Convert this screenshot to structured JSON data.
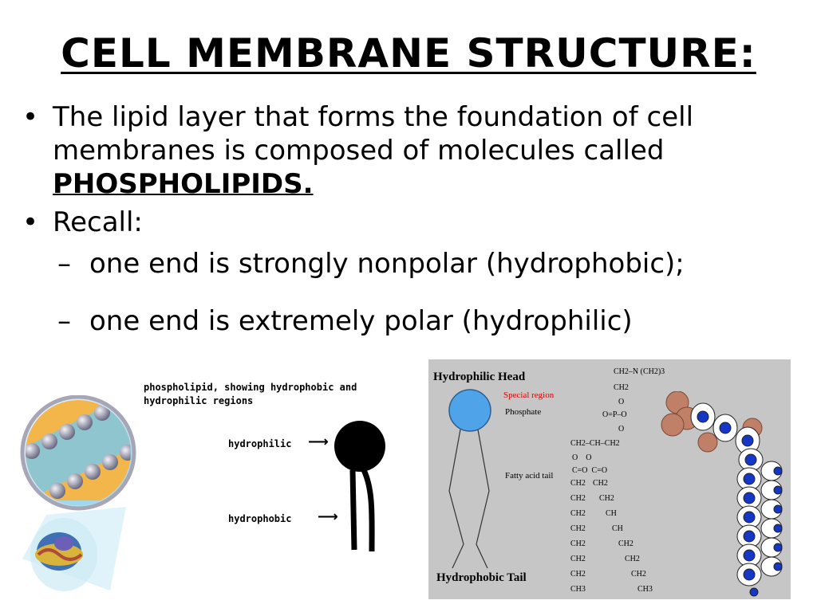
{
  "title": "CELL MEMBRANE STRUCTURE:",
  "bullets": {
    "b1_text": "The lipid layer that forms the foundation of cell membranes is composed of molecules called",
    "b1_term": "PHOSPHOLIPIDS.",
    "b2_text": "Recall:",
    "sub1": "one end is strongly nonpolar (hydrophobic);",
    "sub2": "one end is extremely polar (hydrophilic)",
    "bullet_glyph": "•",
    "dash_glyph": "–"
  },
  "phospholipid_diagram": {
    "caption_line1": "phospholipid, showing hydrophobic and",
    "caption_line2": "hydrophilic regions",
    "hydrophilic_label": "hydrophilic",
    "hydrophobic_label": "hydrophobic",
    "arrow_glyph": "⟶"
  },
  "structure_figure": {
    "head_label": "Hydrophilic Head",
    "special_region": "Special region",
    "phosphate": "Phosphate",
    "fatty_acid_tail": "Fatty acid tail",
    "tail_label": "Hydrophobic Tail",
    "chem": {
      "top1": "CH2–N (CH2)3",
      "top2": "CH2",
      "o1": "O",
      "phos": "O=P–O",
      "o2": "O",
      "glycerol": "CH2–CH–CH2",
      "o3": "O    O",
      "co": "C=O  C=O",
      "chain_left": [
        "CH2",
        "CH2",
        "CH2",
        "CH2",
        "CH2",
        "CH2",
        "CH2",
        "CH3"
      ],
      "chain_right": [
        "CH2",
        "CH2",
        "CH",
        "CH",
        "CH2",
        "CH2",
        "CH2",
        "CH3"
      ]
    },
    "colors": {
      "head": "#4fa3e8",
      "bg": "#c6c6c6",
      "special": "#e00000"
    }
  }
}
